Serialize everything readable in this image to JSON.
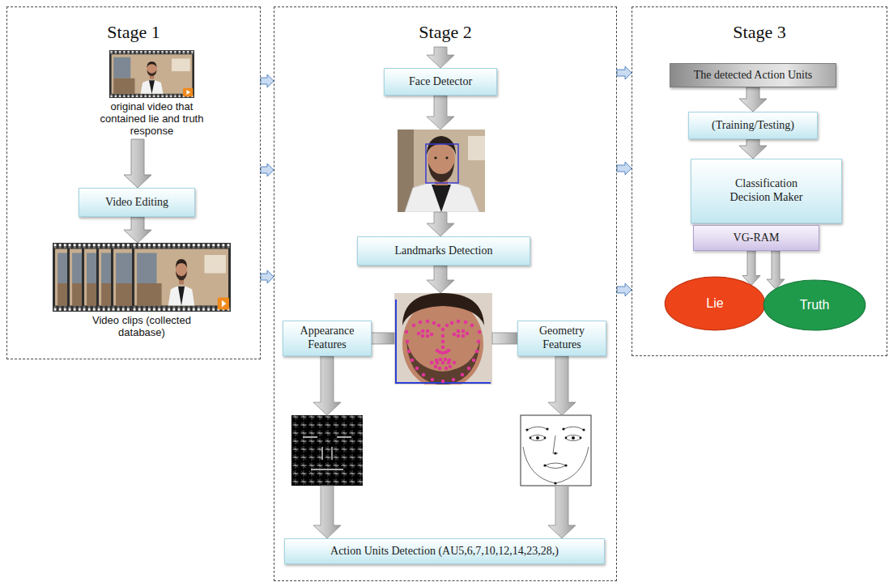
{
  "diagram": {
    "nodes": [
      {
        "text": [
          "Stage 1"
        ]
      },
      {
        "text": [
          "original video that contained lie and truth response"
        ],
        "in": 0
      },
      {
        "text": [
          "Video Editing"
        ],
        "in": 0
      },
      {
        "text": [
          "Video clips (collected database)"
        ],
        "in": 0
      },
      {
        "text": [
          "Stage 2"
        ]
      },
      {
        "text": [
          "Face Detector"
        ],
        "in": 4
      },
      {
        "text": [
          "Landmarks Detection"
        ],
        "in": 4
      },
      {
        "text": [
          "Appearance Features"
        ],
        "in": 4
      },
      {
        "text": [
          "Geometry Features"
        ],
        "in": 4
      },
      {
        "text": [
          "Action Units Detection (AU5,6,7,10,12,14,23,28,)"
        ],
        "in": 4
      },
      {
        "text": [
          "Stage 3"
        ]
      },
      {
        "text": [
          "The detected Action Units"
        ],
        "in": 10
      },
      {
        "text": [
          "(Training/Testing)"
        ],
        "in": 10
      },
      {
        "text": [
          "Classification Decision Maker"
        ],
        "in": 10
      },
      {
        "text": [
          "VG-RAM"
        ],
        "in": 10
      },
      {
        "text": [
          "Lie"
        ],
        "in": 10
      },
      {
        "text": [
          "Truth"
        ],
        "in": 10
      }
    ],
    "edges": [
      {
        "from": 1,
        "to": 2,
        "arrow": "to"
      },
      {
        "from": 2,
        "to": 3,
        "arrow": "to"
      },
      {
        "from": 0,
        "to": 4,
        "arrow": "to"
      },
      {
        "from": 0,
        "to": 4,
        "arrow": "to"
      },
      {
        "from": 0,
        "to": 4,
        "arrow": "to"
      },
      {
        "from": 4,
        "to": 10,
        "arrow": "to"
      },
      {
        "from": 4,
        "to": 10,
        "arrow": "to"
      },
      {
        "from": 4,
        "to": 10,
        "arrow": "to"
      },
      {
        "from": 11,
        "to": 12,
        "arrow": "to"
      },
      {
        "from": 12,
        "to": 13,
        "arrow": "to"
      },
      {
        "from": 14,
        "to": 15,
        "arrow": "to"
      },
      {
        "from": 14,
        "to": 16,
        "arrow": "to"
      }
    ]
  }
}
